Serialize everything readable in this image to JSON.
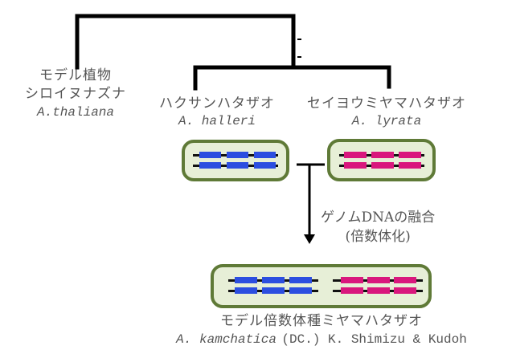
{
  "tree": {
    "outgroup": {
      "lines": [
        "モデル植物",
        "シロイヌナズナ"
      ],
      "scientific": "A.thaliana"
    },
    "parent_left": {
      "common_name": "ハクサンハタザオ",
      "scientific": "A. halleri",
      "genome_color": "#2c4ee0"
    },
    "parent_right": {
      "common_name": "セイヨウミヤマハタザオ",
      "scientific": "A. lyrata",
      "genome_color": "#d9177d"
    }
  },
  "process": {
    "line1": "ゲノムDNAの融合",
    "line2": "(倍数体化)"
  },
  "hybrid": {
    "common_name": "モデル倍数体種ミヤマハタザオ",
    "scientific_genus_species": "A. kamchatica",
    "authority": "(DC.) K. Shimizu & Kudoh"
  },
  "colors": {
    "cell_fill": "#e7efd7",
    "cell_border": "#5f7a37",
    "tree_line": "#000000",
    "text": "#555555"
  }
}
